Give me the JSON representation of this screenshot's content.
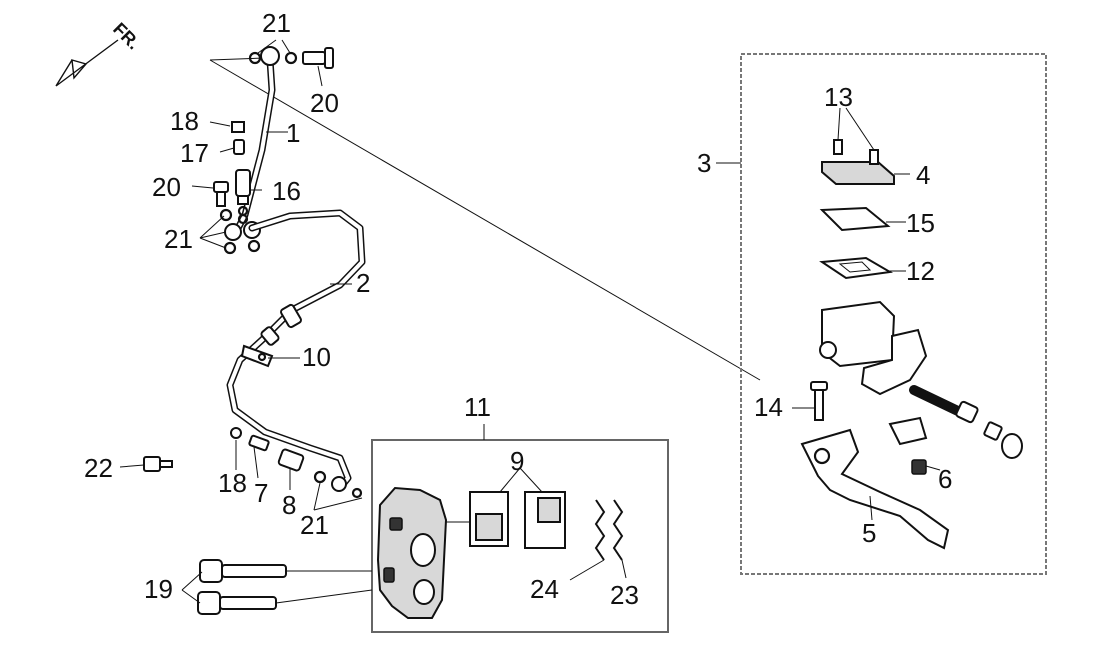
{
  "direction_label": "FR.",
  "callouts": {
    "c1": "1",
    "c2": "2",
    "c3": "3",
    "c4": "4",
    "c5": "5",
    "c6": "6",
    "c7": "7",
    "c8": "8",
    "c9": "9",
    "c10": "10",
    "c11": "11",
    "c12": "12",
    "c13": "13",
    "c14": "14",
    "c15": "15",
    "c16": "16",
    "c17": "17",
    "c18a": "18",
    "c18b": "18",
    "c19": "19",
    "c20a": "20",
    "c20b": "20",
    "c21a": "21",
    "c21b": "21",
    "c21c": "21",
    "c22": "22",
    "c23": "23",
    "c24": "24"
  }
}
